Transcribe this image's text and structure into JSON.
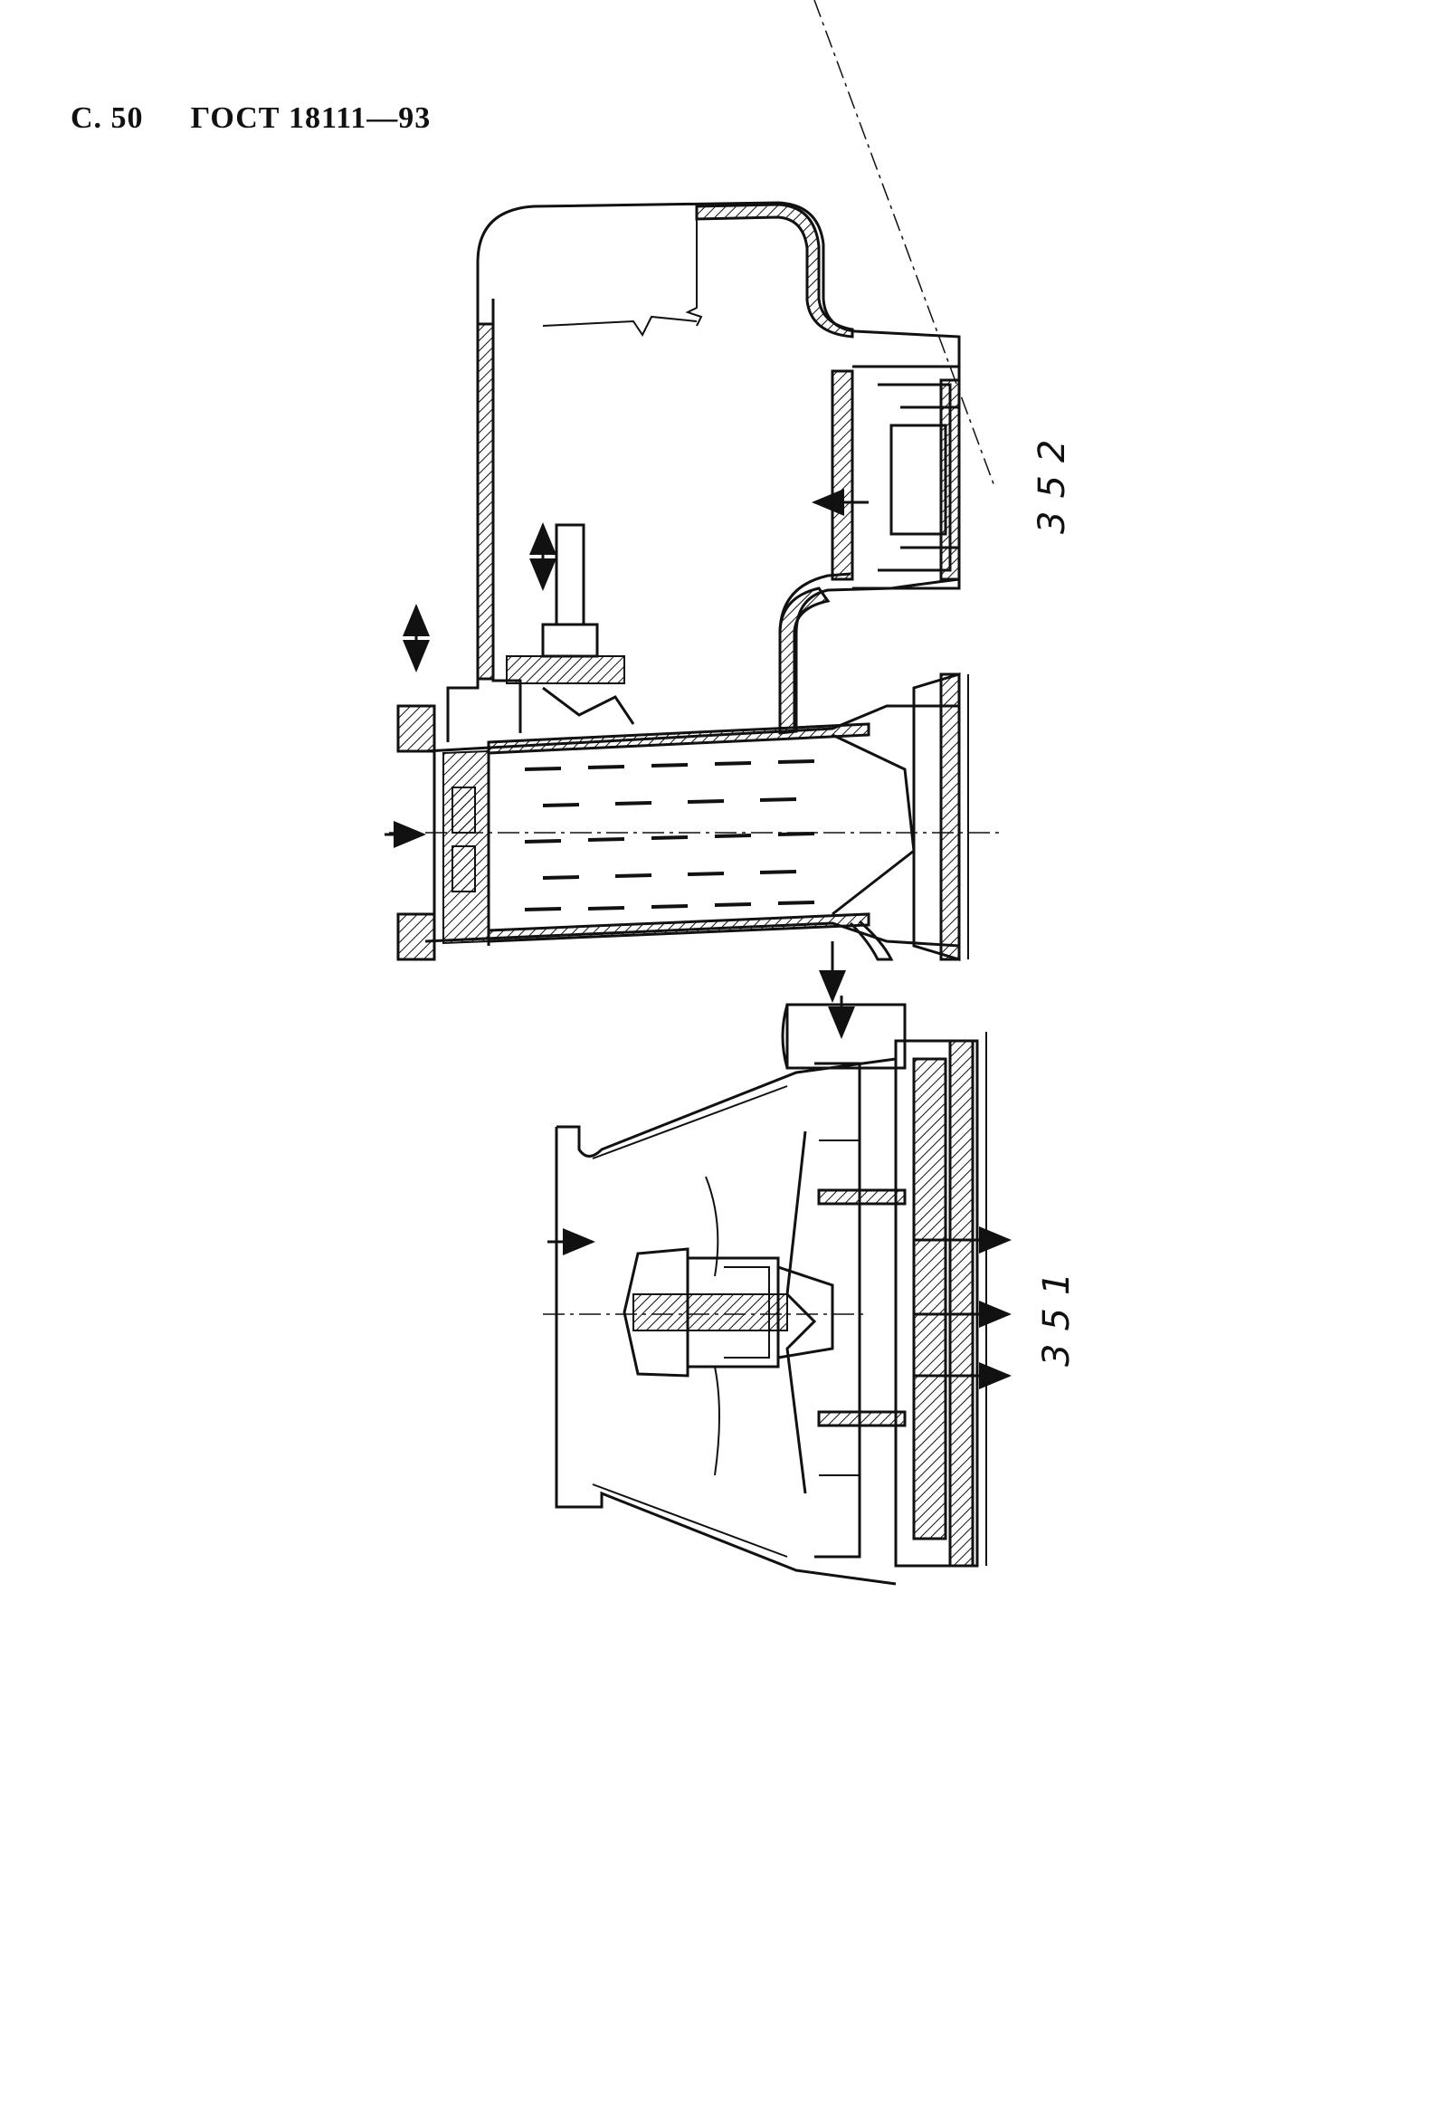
{
  "header": {
    "page_ref": "С. 50",
    "standard": "ГОСТ 18111—93"
  },
  "figures": [
    {
      "label": "352"
    },
    {
      "label": "351"
    }
  ],
  "icons": [
    "direction-arrow-icon",
    "bidirectional-arrow-icon"
  ]
}
